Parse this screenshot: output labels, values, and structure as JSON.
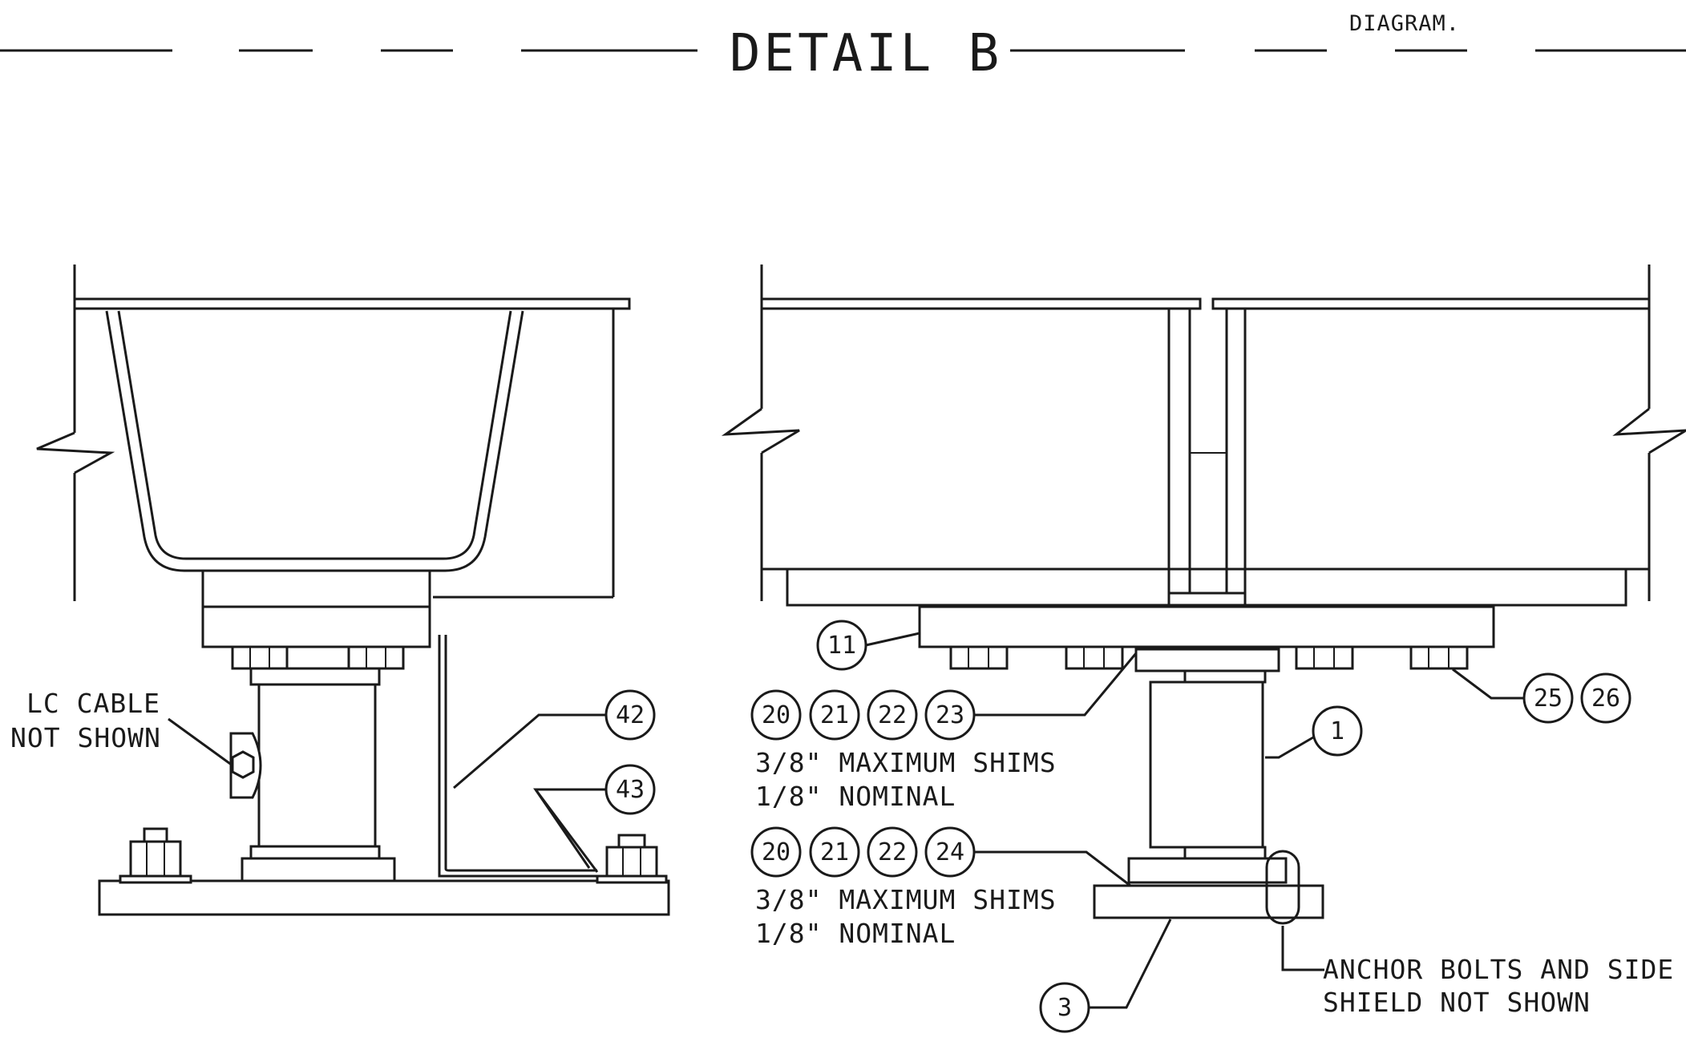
{
  "header": {
    "title": "DETAIL B",
    "corner_note": "DIAGRAM."
  },
  "notes": {
    "lc_cable_1": "LC CABLE",
    "lc_cable_2": "NOT SHOWN",
    "shims_upper_1": "3/8\" MAXIMUM SHIMS",
    "shims_upper_2": "1/8\" NOMINAL",
    "shims_lower_1": "3/8\" MAXIMUM SHIMS",
    "shims_lower_2": "1/8\" NOMINAL",
    "anchor_1": "ANCHOR BOLTS AND SIDE",
    "anchor_2": "SHIELD NOT SHOWN"
  },
  "callouts": {
    "b42": "42",
    "b43": "43",
    "b11": "11",
    "b1": "1",
    "b3": "3",
    "b25": "25",
    "b26": "26",
    "upper_20": "20",
    "upper_21": "21",
    "upper_22": "22",
    "upper_23": "23",
    "lower_20": "20",
    "lower_21": "21",
    "lower_22": "22",
    "lower_24": "24"
  }
}
